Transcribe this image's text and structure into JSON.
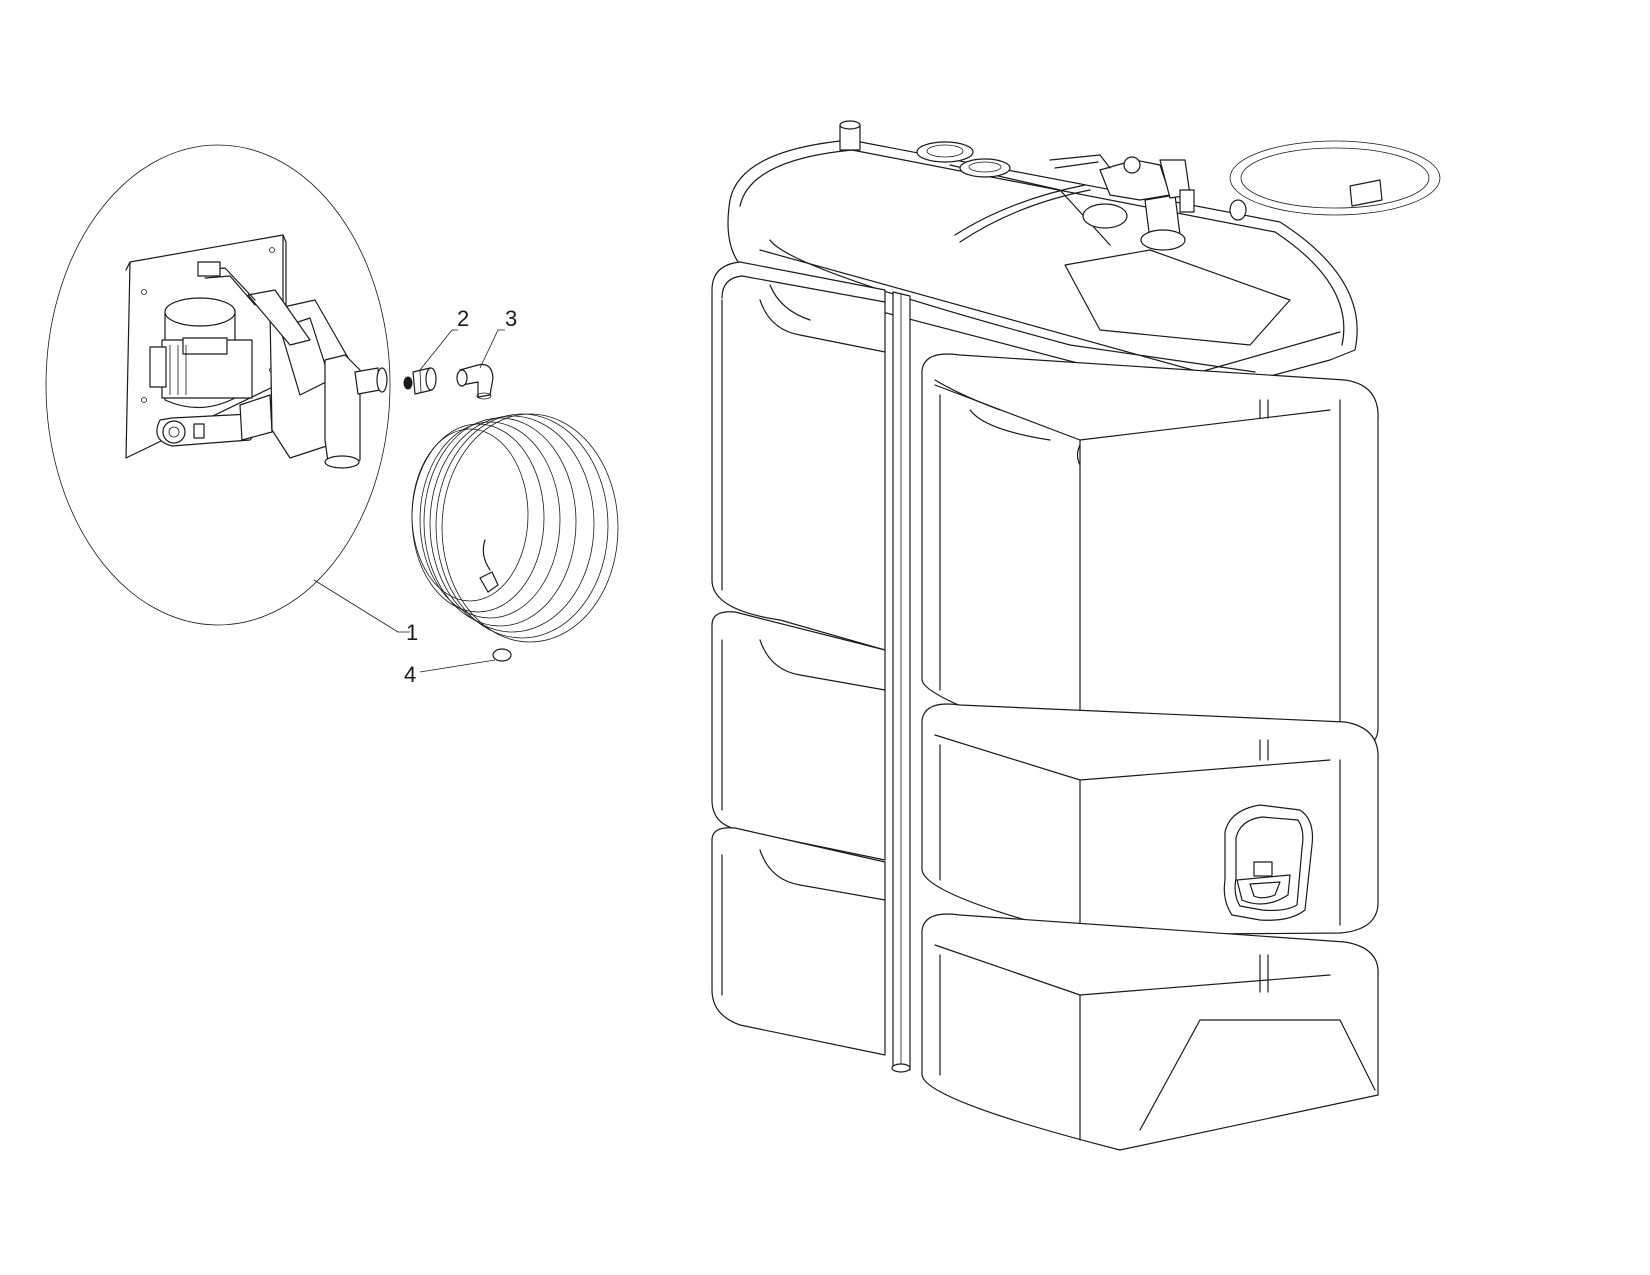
{
  "callouts": {
    "c1": "1",
    "c2": "2",
    "c3": "3",
    "c4": "4"
  },
  "colors": {
    "line": "#1a1a1a",
    "background": "#ffffff"
  }
}
